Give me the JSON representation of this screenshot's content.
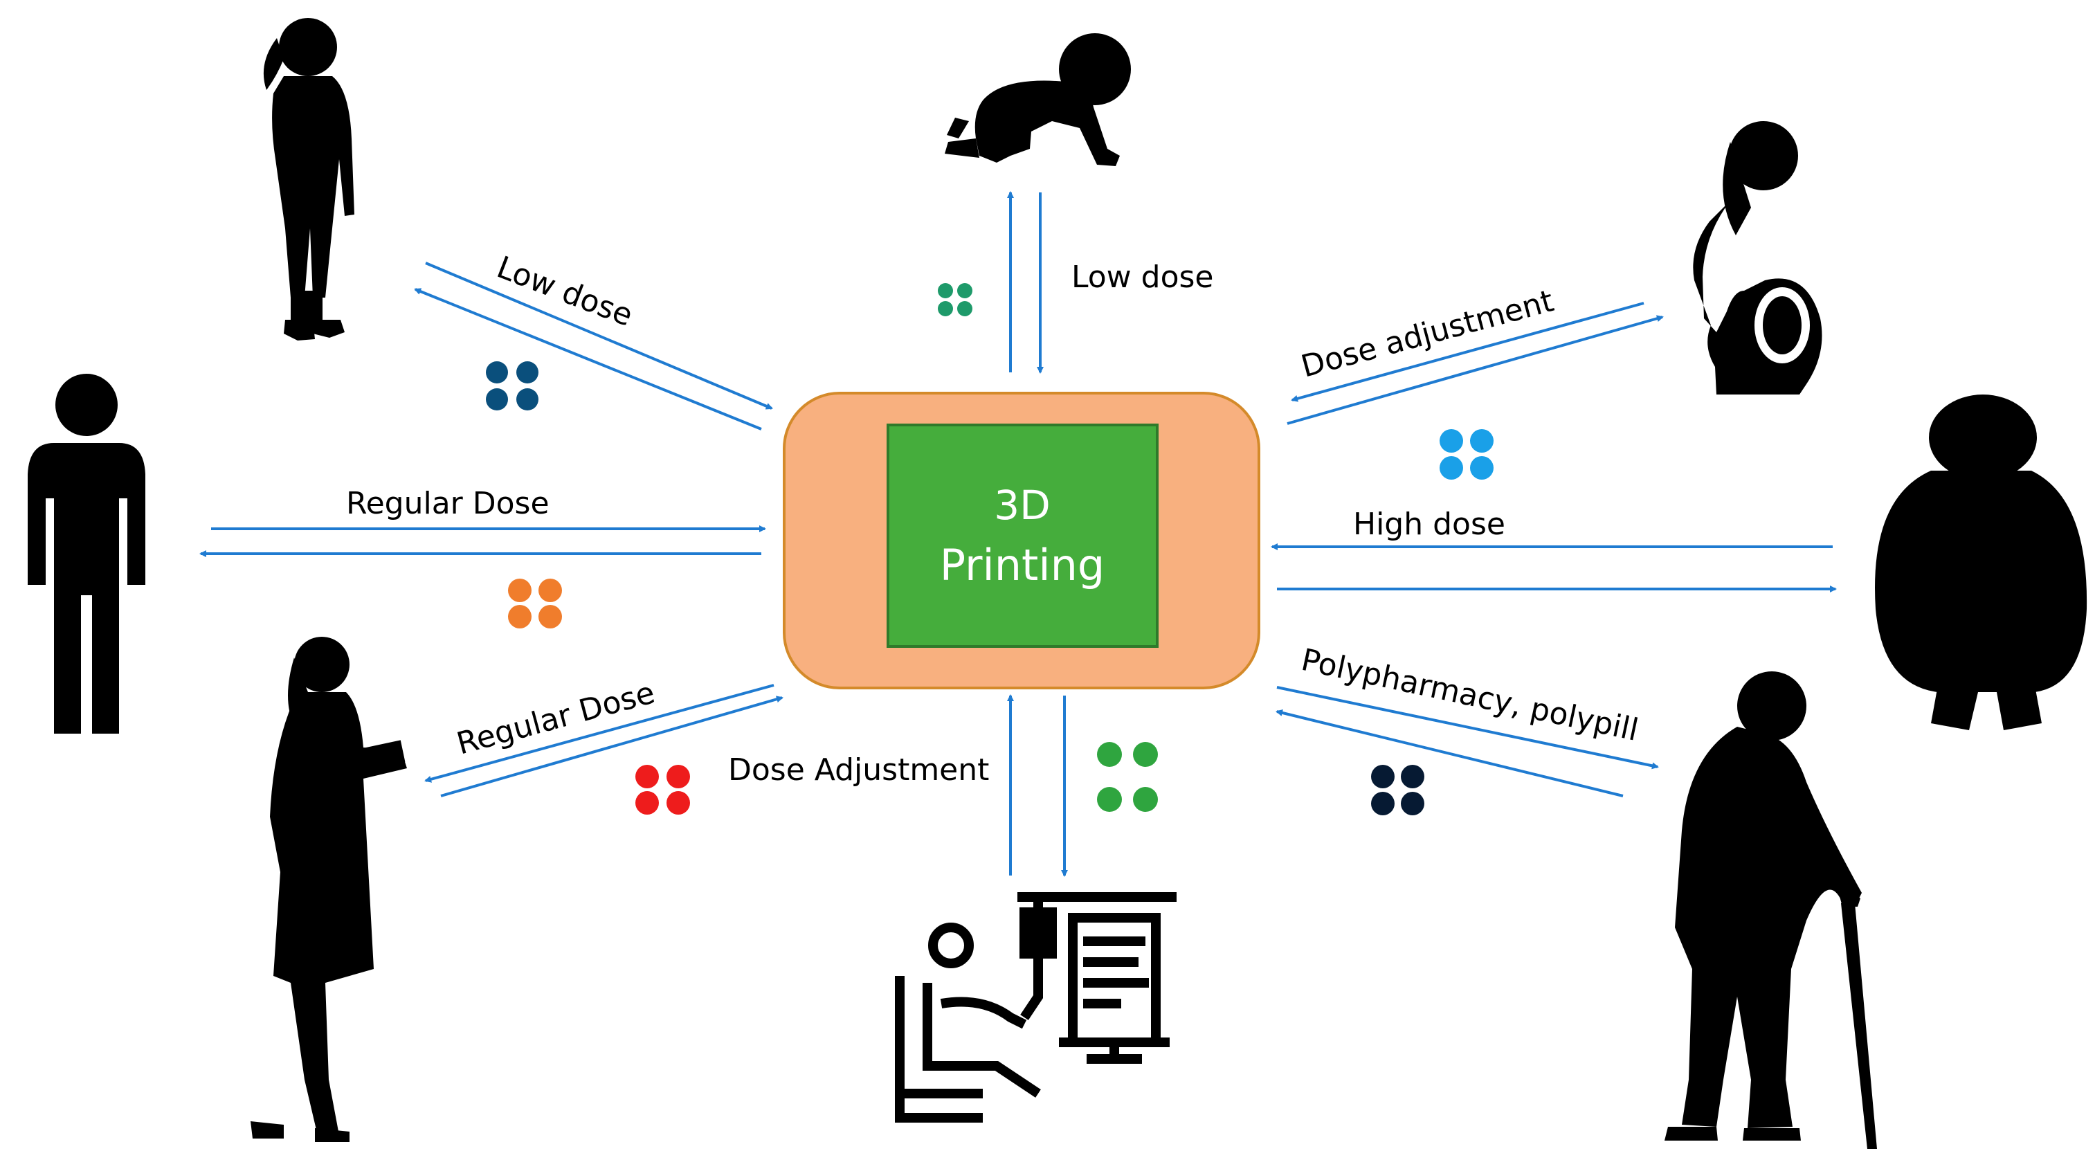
{
  "center": {
    "line1": "3D",
    "line2": "Printing",
    "outer_color": "#f8b07f",
    "inner_color": "#45ad3c"
  },
  "labels": {
    "child": "Low dose",
    "infant": "Low dose",
    "pregnant": "Dose adjustment",
    "adult": "Regular Dose",
    "obese": "High dose",
    "woman": "Regular Dose",
    "patient": "Dose Adjustment",
    "elderly": "Polypharmacy, polypill"
  },
  "arrow_color": "#1f7bd1",
  "pill_colors": {
    "child": "#0a4f7c",
    "infant": "#1e9a6a",
    "pregnant": "#1aa0e8",
    "adult": "#f07d2c",
    "woman": "#ee1c1c",
    "patient": "#2fa53f",
    "elderly": "#061a33"
  },
  "icons": {
    "child": "girl-silhouette-icon",
    "infant": "crawling-baby-icon",
    "pregnant": "pregnant-woman-icon",
    "adult": "adult-person-icon",
    "obese": "obese-person-icon",
    "woman": "woman-with-tablet-icon",
    "patient": "patient-with-iv-icon",
    "elderly": "elderly-with-cane-icon"
  }
}
